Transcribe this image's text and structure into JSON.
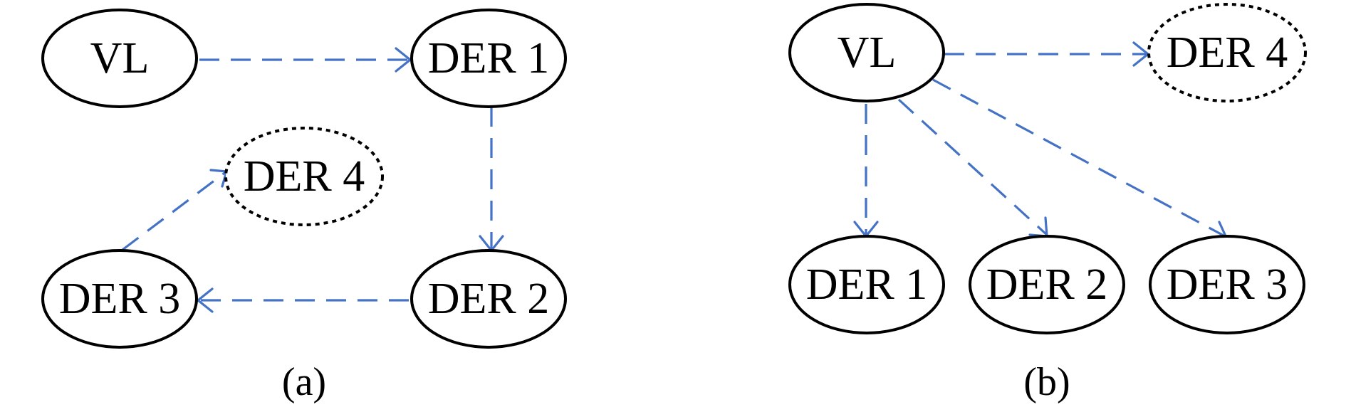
{
  "colors": {
    "edge": "#4472c4",
    "node_border": "#000000",
    "background": "#ffffff"
  },
  "panels": [
    {
      "caption": "(a)",
      "nodes": [
        {
          "id": "a-vl",
          "label": "VL",
          "style": "solid"
        },
        {
          "id": "a-der1",
          "label": "DER 1",
          "style": "solid"
        },
        {
          "id": "a-der4",
          "label": "DER 4",
          "style": "dotted"
        },
        {
          "id": "a-der3",
          "label": "DER 3",
          "style": "solid"
        },
        {
          "id": "a-der2",
          "label": "DER 2",
          "style": "solid"
        }
      ],
      "edges": [
        {
          "from": "a-vl",
          "to": "a-der1",
          "style": "dashed"
        },
        {
          "from": "a-der1",
          "to": "a-der2",
          "style": "dashed"
        },
        {
          "from": "a-der2",
          "to": "a-der3",
          "style": "dashed"
        },
        {
          "from": "a-der3",
          "to": "a-der4",
          "style": "dashed"
        }
      ]
    },
    {
      "caption": "(b)",
      "nodes": [
        {
          "id": "b-vl",
          "label": "VL",
          "style": "solid"
        },
        {
          "id": "b-der4",
          "label": "DER 4",
          "style": "dotted"
        },
        {
          "id": "b-der1",
          "label": "DER 1",
          "style": "solid"
        },
        {
          "id": "b-der2",
          "label": "DER 2",
          "style": "solid"
        },
        {
          "id": "b-der3",
          "label": "DER 3",
          "style": "solid"
        }
      ],
      "edges": [
        {
          "from": "b-vl",
          "to": "b-der4",
          "style": "dashed"
        },
        {
          "from": "b-vl",
          "to": "b-der1",
          "style": "dashed"
        },
        {
          "from": "b-vl",
          "to": "b-der2",
          "style": "dashed"
        },
        {
          "from": "b-vl",
          "to": "b-der3",
          "style": "dashed"
        }
      ]
    }
  ]
}
